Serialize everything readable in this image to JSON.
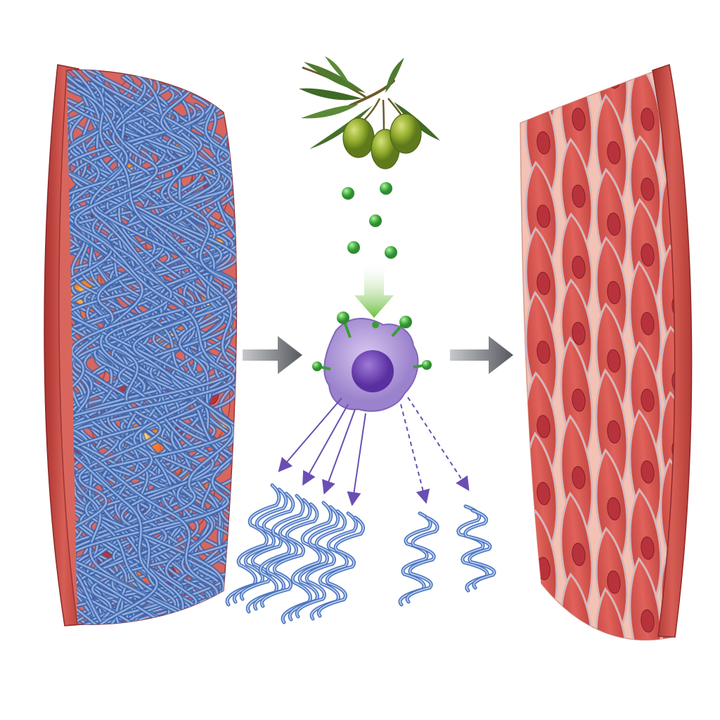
{
  "diagram": {
    "panels": [
      {
        "id": "fibrotic-tissue",
        "icon": "fibrotic-muscle-tissue-icon"
      },
      {
        "id": "treatment",
        "icon": "olive-branch-icon"
      },
      {
        "id": "regenerated-tissue",
        "icon": "healthy-muscle-tissue-icon"
      }
    ],
    "arrows": [
      {
        "from": "fibrotic-tissue",
        "to": "treatment"
      },
      {
        "from": "treatment",
        "to": "regenerated-tissue"
      }
    ],
    "colors": {
      "muscle": "#d9534f",
      "muscle_dark": "#b23a36",
      "nucleus": "#b8323c",
      "collagen": "#5b84c9",
      "collagen_light": "#9ab8e6",
      "inflammation": "#ff7a1a",
      "olive_green": "#8aa72a",
      "leaf": "#4f7a2f",
      "molecule": "#5cb85c",
      "macrophage": "#a58bd0",
      "macrophage_nucleus": "#6a3fb0",
      "arrow_gray": "#6b6e73",
      "arrow_purple": "#6a4fb3"
    }
  }
}
